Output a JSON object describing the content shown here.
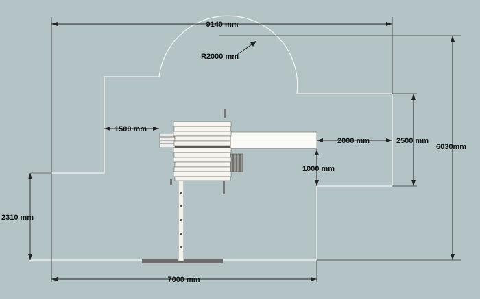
{
  "diagram": {
    "background": "#b4c4c6",
    "zone_color": "#f2f2f2",
    "line_color": "#222222",
    "labels": {
      "top_width": "9140 mm",
      "radius": "R2000 mm",
      "left_clearance": "1500 mm",
      "slide_clearance": "2000 mm",
      "right_height": "2500 mm",
      "total_height": "6030mm",
      "slide_height": "1000 mm",
      "left_height": "2310 mm",
      "bottom_width": "7000 mm"
    }
  }
}
